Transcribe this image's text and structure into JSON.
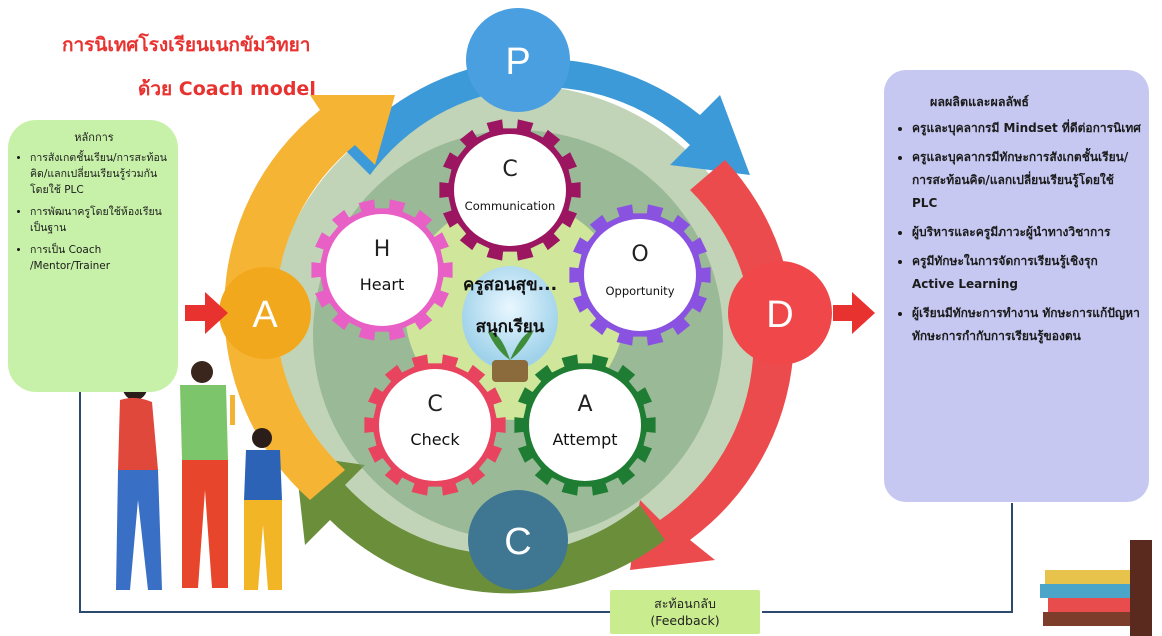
{
  "title": {
    "line1": "การนิเทศโรงเรียนเนกขัมวิทยา",
    "line2": "ด้วย Coach model"
  },
  "principles": {
    "heading": "หลักการ",
    "items": [
      "การสังเกตชั้นเรียน/การสะท้อนคิด/แลกเปลี่ยนเรียนรู้ร่วมกันโดยใช้ PLC",
      "การพัฒนาครูโดยใช้ห้องเรียนเป็นฐาน",
      "การเป็น Coach /Mentor/Trainer"
    ]
  },
  "cycle": {
    "p": "P",
    "d": "D",
    "c": "C",
    "a": "A"
  },
  "gears": [
    {
      "letter": "C",
      "word": "Communication",
      "color": "#9c1560"
    },
    {
      "letter": "O",
      "word": "Opportunity",
      "color": "#8a52e0"
    },
    {
      "letter": "A",
      "word": "Attempt",
      "color": "#1e7d32"
    },
    {
      "letter": "C",
      "word": "Check",
      "color": "#e8435f"
    },
    {
      "letter": "H",
      "word": "Heart",
      "color": "#e85fc6"
    }
  ],
  "center": {
    "line1": "ครูสอนสุข...",
    "line2": "สนุกเรียน"
  },
  "outcomes": {
    "heading": "ผลผลิตและผลลัพธ์",
    "items": [
      "ครูและบุคลากรมี Mindset ที่ดีต่อการนิเทศ",
      "ครูและบุคลากรมีทักษะการสังเกตชั้นเรียน/การสะท้อนคิด/แลกเปลี่ยนเรียนรู้โดยใช้ PLC",
      "ผู้บริหารและครูมีภาวะผู้นำทางวิชาการ",
      "ครูมีทักษะในการจัดการเรียนรู้เชิงรุก Active Learning",
      "ผู้เรียนมีทักษะการทำงาน ทักษะการแก้ปัญหา ทักษะการกำกับการเรียนรู้ของตน"
    ]
  },
  "feedback": {
    "line1": "สะท้อนกลับ",
    "line2": "(Feedback)"
  },
  "colors": {
    "p": "#4a9fe0",
    "d": "#f0484a",
    "c": "#3f7691",
    "a": "#f2a81d",
    "arrow_red": "#e8322f",
    "left_box": "#c7f1a8",
    "right_box": "#c6c8f2"
  }
}
